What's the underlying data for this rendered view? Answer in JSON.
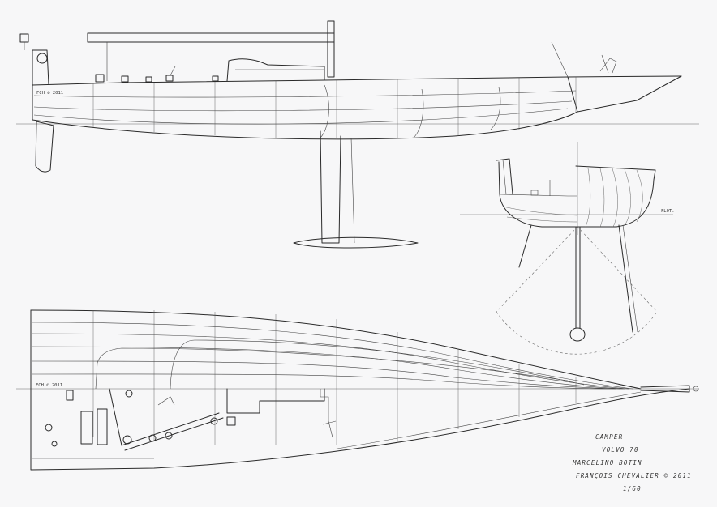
{
  "title_block": {
    "boat": "CAMPER",
    "class": "VOLVO 70",
    "designer": "MARCELINO BOTIN",
    "artist": "FRANÇOIS CHEVALIER © 2011",
    "scale": "1/60"
  },
  "annotations": {
    "profile_signature": "FCH © 2011",
    "plan_signature": "FCH © 2011",
    "section_waterline": "FLOT."
  },
  "colors": {
    "paper": "#f7f7f8",
    "ink": "#2a2a2a"
  }
}
